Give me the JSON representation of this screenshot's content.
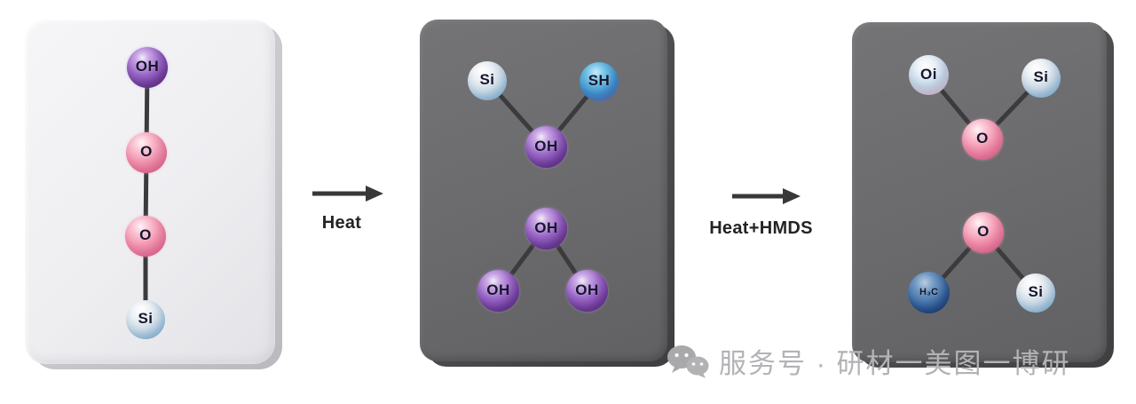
{
  "figure": {
    "description_colors": {
      "background": "#ffffff",
      "light_panel_face": "#ededf0",
      "light_panel_side": "#c7c7cb",
      "dark_panel_face": "#6b6b6d",
      "dark_panel_side": "#4a4a4c",
      "bond": "#3b3b3e",
      "arrow": "#38383a",
      "atom_purple": "#8a55b8",
      "atom_pink": "#ee84a6",
      "atom_silver_blue": "#9cc0d9",
      "atom_blue": "#3f93cd",
      "atom_pearl": "#c0d6e8",
      "atom_dark_blue": "#2a5a96",
      "label_text": "#16162e",
      "watermark_text": "#b3b3b6"
    }
  },
  "panels": [
    {
      "name": "pristine-surface",
      "style": "light",
      "atoms": [
        {
          "label": "OH",
          "type": "purple"
        },
        {
          "label": "O",
          "type": "pink"
        },
        {
          "label": "O",
          "type": "pink"
        },
        {
          "label": "Si",
          "type": "silver-blue"
        }
      ]
    },
    {
      "name": "after-heat",
      "style": "dark",
      "atoms": [
        {
          "label": "Si",
          "type": "silver-blue"
        },
        {
          "label": "SH",
          "type": "blue"
        },
        {
          "label": "OH",
          "type": "purple"
        },
        {
          "label": "OH",
          "type": "purple"
        },
        {
          "label": "OH",
          "type": "purple"
        },
        {
          "label": "OH",
          "type": "purple"
        }
      ]
    },
    {
      "name": "after-heat-hmds",
      "style": "dark",
      "atoms": [
        {
          "label": "Oi",
          "type": "pearl"
        },
        {
          "label": "Si",
          "type": "silver-blue"
        },
        {
          "label": "O",
          "type": "pink"
        },
        {
          "label": "O",
          "type": "pink"
        },
        {
          "label": "H₃C",
          "type": "dark-blue"
        },
        {
          "label": "Si",
          "type": "silver-blue"
        }
      ]
    }
  ],
  "arrows": [
    {
      "label": "Heat"
    },
    {
      "label": "Heat+HMDS"
    }
  ],
  "watermark": {
    "icon": "wechat-icon",
    "text": "服务号 · 研材一美图一博研"
  }
}
